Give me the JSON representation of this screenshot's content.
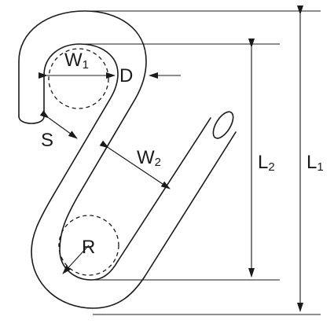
{
  "labels": {
    "w1": {
      "main": "W",
      "sub": "1"
    },
    "d": {
      "main": "D"
    },
    "s": {
      "main": "S"
    },
    "w2": {
      "main": "W",
      "sub": "2"
    },
    "l2": {
      "main": "L",
      "sub": "2"
    },
    "l1": {
      "main": "L",
      "sub": "1"
    },
    "r": {
      "main": "R"
    }
  }
}
